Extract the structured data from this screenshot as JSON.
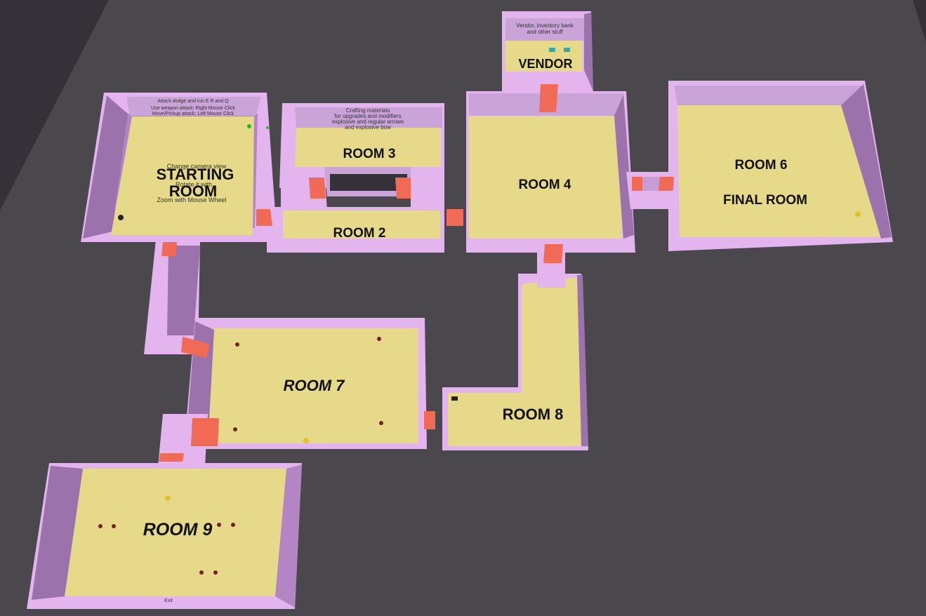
{
  "colors": {
    "background": "#353138",
    "ground": "#4b484d",
    "floor": "#e6da8a",
    "wall_top": "#e3b4ee",
    "wall_inner": "#b385c4",
    "wall_shade": "#9c72ad",
    "door": "#f06a55",
    "door_dark": "#c74f3f"
  },
  "rooms": {
    "starting": {
      "line1": "STARTING",
      "line2": "ROOM"
    },
    "room2": {
      "label": "ROOM 2"
    },
    "room3": {
      "label": "ROOM 3"
    },
    "room4": {
      "label": "ROOM 4"
    },
    "room6": {
      "label": "ROOM 6",
      "subtitle": "FINAL ROOM"
    },
    "room7": {
      "label": "ROOM 7"
    },
    "room8": {
      "label": "ROOM 8"
    },
    "room9": {
      "label": "ROOM 9"
    },
    "vendor": {
      "label": "VENDOR"
    }
  },
  "signs": {
    "start_wall": [
      "Attack dodge and run E R and Q",
      "Use weapon attack: Right Mouse Click",
      "Move/Pickup attack: Left Mouse Click"
    ],
    "start_floor": [
      "Change camera view",
      "Rotate it with",
      "Zoom with Mouse Wheel"
    ],
    "crafting": [
      "Crafting materials",
      "for upgrades and modifiers",
      "explosive and regular arrows",
      "and explosive bow"
    ],
    "vendor": [
      "Vendor, inventory bank",
      "and other stuff"
    ],
    "room9_floor": "Exit"
  },
  "icons": {
    "player": "player-icon",
    "enemy": "enemy-icon",
    "item": "item-pickup-icon",
    "gold": "gold-coin-icon",
    "chest": "chest-icon"
  }
}
